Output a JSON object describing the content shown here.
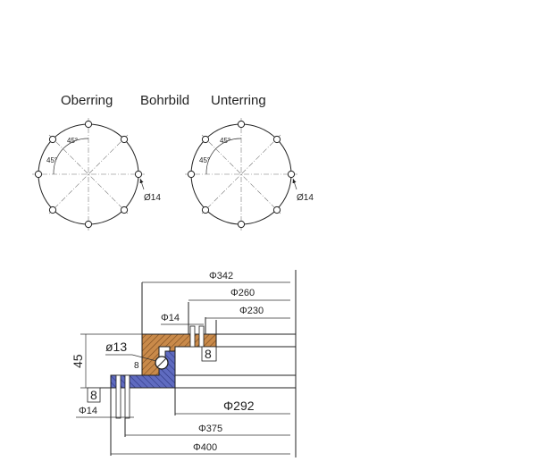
{
  "labels": {
    "oberring": "Oberring",
    "bohrbild": "Bohrbild",
    "unterring": "Unterring",
    "angle_a": "45°",
    "angle_b": "45°",
    "hole_dia": "Ø14"
  },
  "dimensions": {
    "d342": "Φ342",
    "d260": "Φ260",
    "d230": "Φ230",
    "d14_top": "Φ14",
    "d13": "ø13",
    "h45": "45",
    "h8_right": "8",
    "h8_left": "8",
    "d14_bottom": "Φ14",
    "d292": "Φ292",
    "d375": "Φ375",
    "d400": "Φ400"
  },
  "colors": {
    "outer_ring": "#c98a4a",
    "inner_ring": "#5f6bc0",
    "line": "#222222"
  }
}
